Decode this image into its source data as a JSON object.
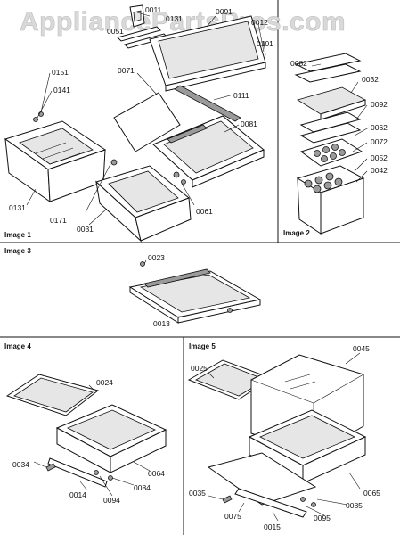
{
  "watermark": "AppliancePartsPros.com",
  "panels": [
    {
      "label": "Image 1",
      "callouts": [
        "0011",
        "0131",
        "0051",
        "0091",
        "0012",
        "0101",
        "0151",
        "0141",
        "0071",
        "0111",
        "0081",
        "0131",
        "0171",
        "0031",
        "0061"
      ]
    },
    {
      "label": "Image 2",
      "callouts": [
        "0082",
        "0032",
        "0092",
        "0062",
        "0072",
        "0052",
        "0042"
      ]
    },
    {
      "label": "Image 3",
      "callouts": [
        "0023",
        "0013"
      ]
    },
    {
      "label": "Image 4",
      "callouts": [
        "0024",
        "0034",
        "0014",
        "0094",
        "0084",
        "0064"
      ]
    },
    {
      "label": "Image 5",
      "callouts": [
        "0025",
        "0045",
        "0035",
        "0075",
        "0015",
        "0095",
        "0085",
        "0065"
      ]
    }
  ]
}
